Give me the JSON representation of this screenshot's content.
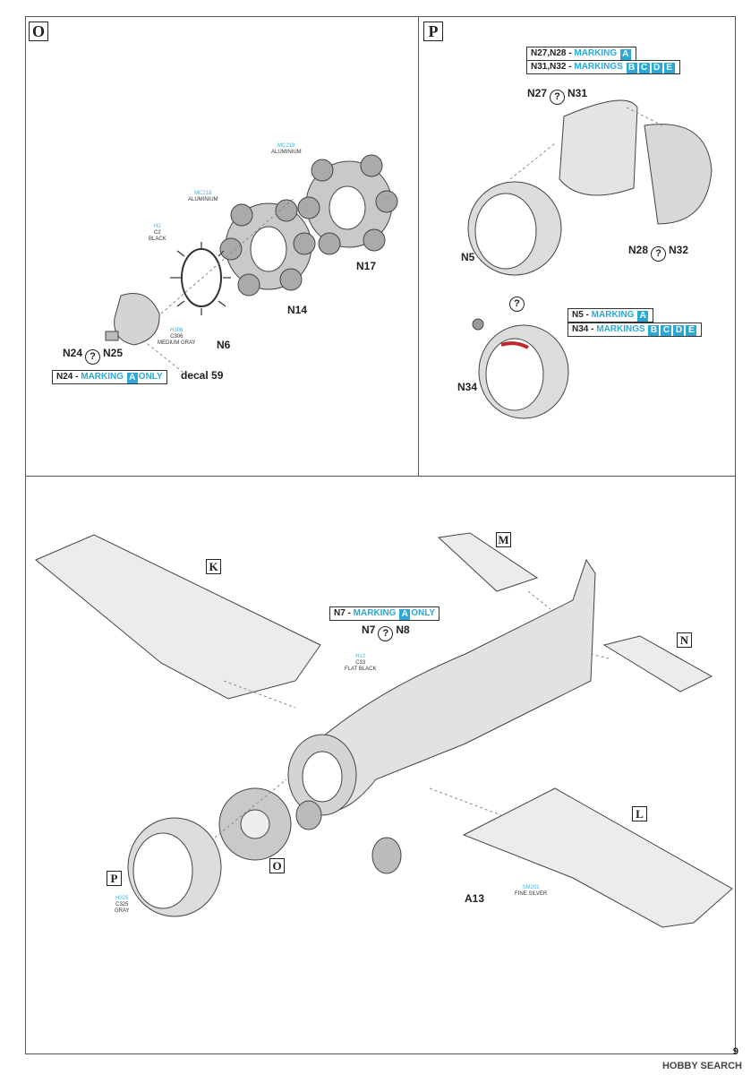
{
  "steps": {
    "o": "O",
    "p": "P"
  },
  "callouts": {
    "k": "K",
    "m": "M",
    "n": "N",
    "l": "L",
    "p": "P",
    "o": "O"
  },
  "step_o": {
    "paint_mc218_a": {
      "code": "MC218",
      "name": "ALUMINIUM"
    },
    "paint_mc218_b": {
      "code": "MC218",
      "name": "ALUMINIUM"
    },
    "paint_h2": {
      "code": "H2",
      "cnum": "C2",
      "name": "BLACK"
    },
    "paint_h306": {
      "code": "H306",
      "cnum": "C306",
      "name": "MEDIUM GRAY"
    },
    "parts": {
      "n17": "N17",
      "n14": "N14",
      "n6": "N6",
      "n24": "N24",
      "n25": "N25",
      "decal": "decal 59"
    },
    "note": {
      "prefix": "N24 - ",
      "marking": "MARKING",
      "a": "A",
      "only": "ONLY"
    }
  },
  "step_p": {
    "note1": {
      "prefix": "N27,N28 - ",
      "marking": "MARKING",
      "a": "A"
    },
    "note2": {
      "prefix": "N31,N32 - ",
      "marking": "MARKINGS",
      "b": "B",
      "c": "C",
      "d": "D",
      "e": "E"
    },
    "note3": {
      "prefix": "N5 - ",
      "marking": "MARKING",
      "a": "A"
    },
    "note4": {
      "prefix": "N34 - ",
      "marking": "MARKINGS",
      "b": "B",
      "c": "C",
      "d": "D",
      "e": "E"
    },
    "parts": {
      "n27": "N27",
      "n31": "N31",
      "n28": "N28",
      "n32": "N32",
      "n5": "N5",
      "n34": "N34"
    }
  },
  "main": {
    "note": {
      "prefix": "N7 - ",
      "marking": "MARKING",
      "a": "A",
      "only": "ONLY"
    },
    "parts": {
      "n7": "N7",
      "n8": "N8",
      "a13": "A13"
    },
    "paint_h12": {
      "code": "H12",
      "cnum": "C33",
      "name": "FLAT BLACK"
    },
    "paint_h325": {
      "code": "H325",
      "cnum": "C325",
      "name": "GRAY"
    },
    "paint_mc2": {
      "code": "SM201",
      "name": "FINE SILVER"
    }
  },
  "symbols": {
    "question": "?"
  },
  "page_number": "9",
  "watermark": "HOBBY SEARCH"
}
